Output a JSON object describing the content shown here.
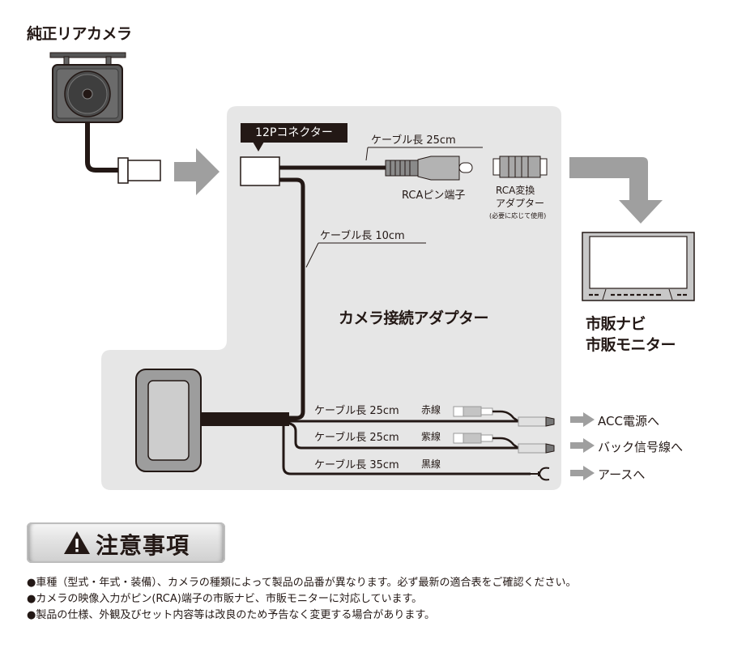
{
  "diagram": {
    "camera_title": "純正リアカメラ",
    "adapter_title": "カメラ接続アダプター",
    "connector_tag": "12Pコネクター",
    "cables": {
      "rca_length": "ケーブル長 25cm",
      "main_length": "ケーブル長 10cm"
    },
    "rca_pin_label": "RCAピン端子",
    "rca_adapter": {
      "line1": "RCA変換",
      "line2": "アダプター",
      "note": "(必要に応じて使用)"
    },
    "monitor": {
      "line1": "市販ナビ",
      "line2": "市販モニター"
    },
    "branches": [
      {
        "length": "ケーブル長 25cm",
        "wire": "赤線",
        "destination": "ACC電源へ",
        "end_type": "plug"
      },
      {
        "length": "ケーブル長 25cm",
        "wire": "紫線",
        "destination": "バック信号線へ",
        "end_type": "plug"
      },
      {
        "length": "ケーブル長 35cm",
        "wire": "黒線",
        "destination": "アースへ",
        "end_type": "ground-terminal"
      }
    ]
  },
  "notice": {
    "title": "注意事項",
    "icon": "warning-icon",
    "items": [
      "●車種（型式・年式・装備）、カメラの種類によって製品の品番が異なります。必ず最新の適合表をご確認ください。",
      "●カメラの映像入力がピン(RCA)端子の市販ナビ、市販モニターに対応しています。",
      "●製品の仕様、外観及びセット内容等は改良のため予告なく変更する場合があります。"
    ]
  },
  "colors": {
    "panel": "#e6e6e6",
    "cable": "#231815",
    "arrow": "#9f9f9f",
    "camera_body": "#6b6b6b"
  }
}
